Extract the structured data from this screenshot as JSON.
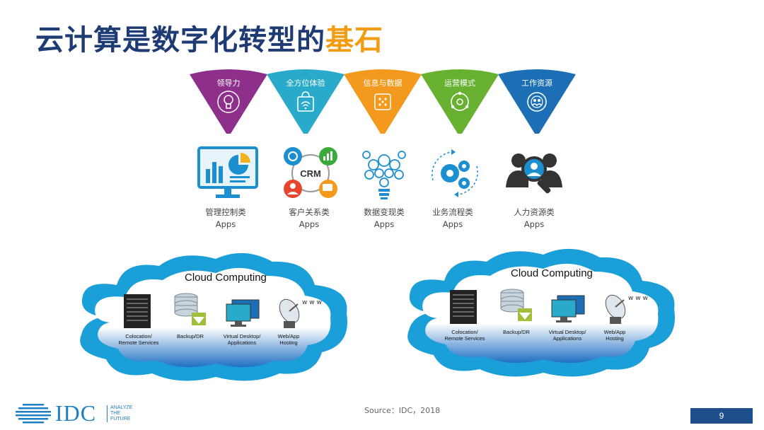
{
  "title": {
    "main": "云计算是数字化转型的",
    "highlight": "基石"
  },
  "wedges": [
    {
      "label": "领导力",
      "color": "#8e2f8c",
      "icon": "lightbulb-icon"
    },
    {
      "label": "全方位体验",
      "color": "#2aaacb",
      "icon": "shopping-bag-wifi-icon"
    },
    {
      "label": "信息与数据",
      "color": "#f39a1e",
      "icon": "data-chip-icon"
    },
    {
      "label": "运营模式",
      "color": "#68b030",
      "icon": "operations-cycle-icon"
    },
    {
      "label": "工作资源",
      "color": "#1c6fb5",
      "icon": "team-globe-icon"
    }
  ],
  "apps": [
    {
      "label": "管理控制类",
      "sub": "Apps",
      "icon": "dashboard-monitor-icon"
    },
    {
      "label": "客户关系类",
      "sub": "Apps",
      "icon": "crm-icon",
      "badge": "CRM"
    },
    {
      "label": "数据变现类",
      "sub": "Apps",
      "icon": "idea-bulb-icon"
    },
    {
      "label": "业务流程类",
      "sub": "Apps",
      "icon": "gears-cycle-icon"
    },
    {
      "label": "人力资源类",
      "sub": "Apps",
      "icon": "people-search-icon"
    }
  ],
  "clouds": [
    {
      "title": "Cloud Computing",
      "items": [
        "Colocation/\nRemote Services",
        "Backup/DR",
        "Virtual Desktop/\nApplications",
        "Web/App\nHosting"
      ]
    },
    {
      "title": "Cloud Computing",
      "items": [
        "Colocation/\nRemote Services",
        "Backup/DR",
        "Virtual Desktop/\nApplications",
        "Web/App\nHosting"
      ]
    }
  ],
  "footer": {
    "source": "Source：IDC，2018",
    "page": "9",
    "logo": "IDC",
    "logo_tagline": "ANALYZE\nTHE\nFUTURE"
  }
}
